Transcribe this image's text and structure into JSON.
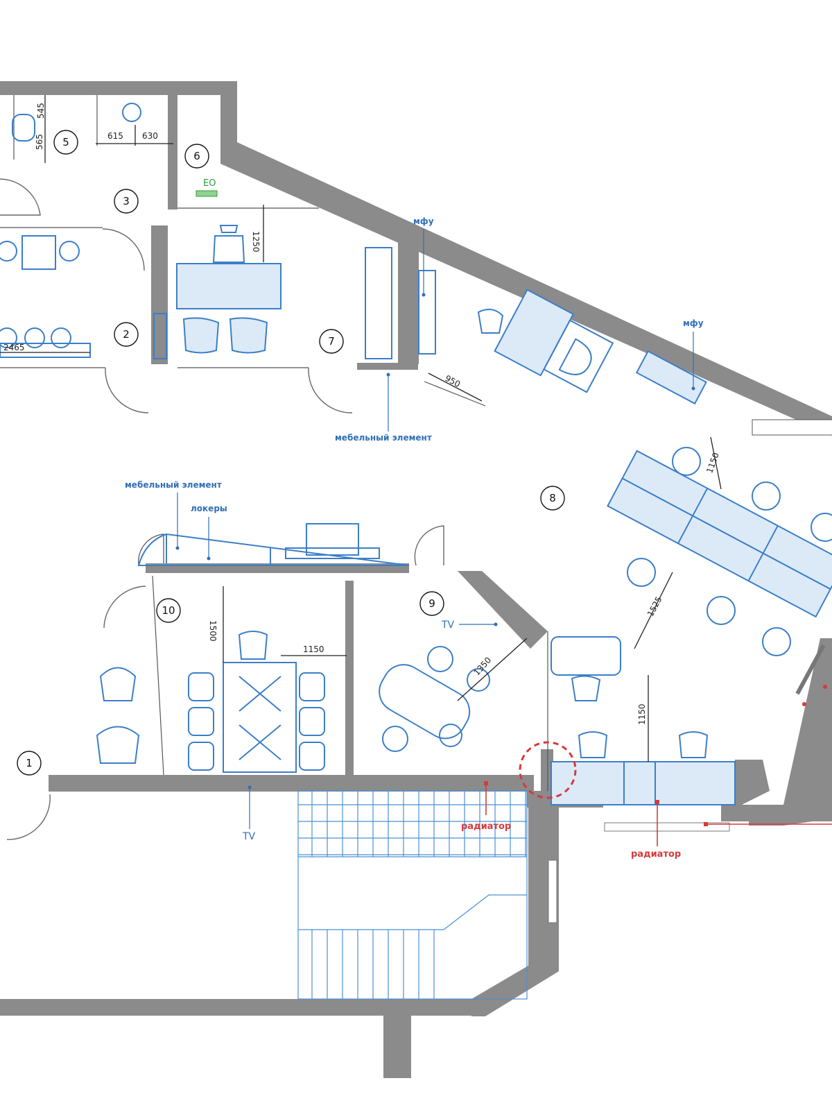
{
  "rooms": [
    "1",
    "2",
    "3",
    "5",
    "6",
    "7",
    "8",
    "9",
    "10"
  ],
  "labels": {
    "furniture_element_top": "мебельный элемент",
    "furniture_element_mid": "мебельный элемент",
    "lockers": "локеры",
    "mfu_top": "мфу",
    "mfu_right": "мфу",
    "radiator_left": "радиатор",
    "radiator_right": "радиатор",
    "tv_room9": "TV",
    "tv_room10": "TV",
    "eo": "EO"
  },
  "dimensions": {
    "d_615": "615",
    "d_630": "630",
    "d_545": "545",
    "d_565": "565",
    "d_2465": "2465",
    "d_1250": "1250",
    "d_950": "950",
    "d_1150a": "1150",
    "d_1525": "1525",
    "d_1150b": "1150",
    "d_1500": "1500",
    "d_1150c": "1150",
    "d_1350": "1350"
  },
  "colors": {
    "wall": "#8b8b8b",
    "furniture": "#3b7ec8",
    "annotation_red": "#d63a3a",
    "annotation_green": "#2a9a3a"
  }
}
